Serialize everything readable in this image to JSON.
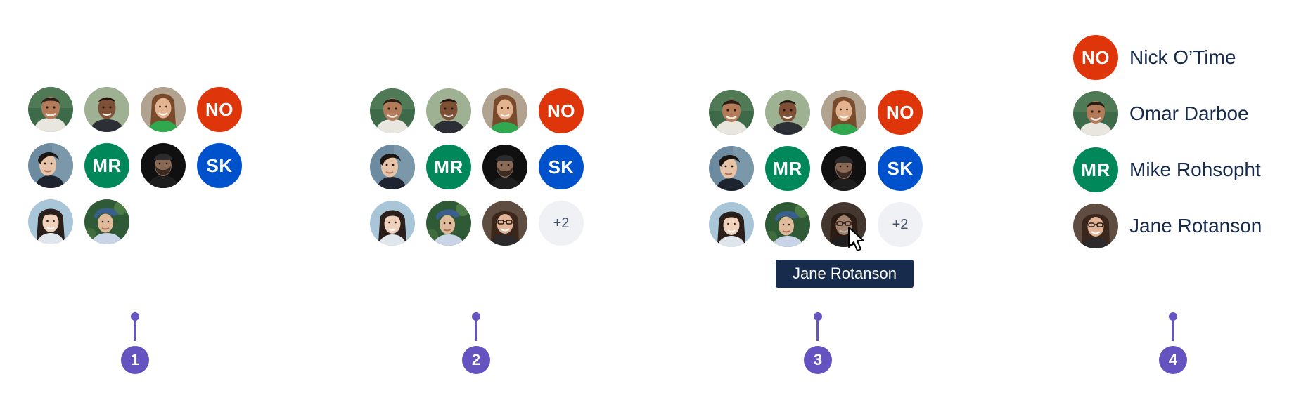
{
  "colors": {
    "no_bg": "#de350b",
    "mr_bg": "#00875a",
    "sk_bg": "#0052cc",
    "more_bg": "#f0f1f4",
    "tooltip_bg": "#172b4d",
    "badge_bg": "#6554c0",
    "text": "#172b4d"
  },
  "initials": {
    "no": "NO",
    "mr": "MR",
    "sk": "SK"
  },
  "group2": {
    "more_label": "+2"
  },
  "group3": {
    "more_label": "+2",
    "tooltip": "Jane Rotanson"
  },
  "group4": {
    "items": [
      {
        "name": "Nick O’Time",
        "initials": "NO"
      },
      {
        "name": "Omar Darboe"
      },
      {
        "name": "Mike Rohsopht",
        "initials": "MR"
      },
      {
        "name": "Jane Rotanson"
      }
    ]
  },
  "pins": [
    {
      "label": "1"
    },
    {
      "label": "2"
    },
    {
      "label": "3"
    },
    {
      "label": "4"
    }
  ]
}
